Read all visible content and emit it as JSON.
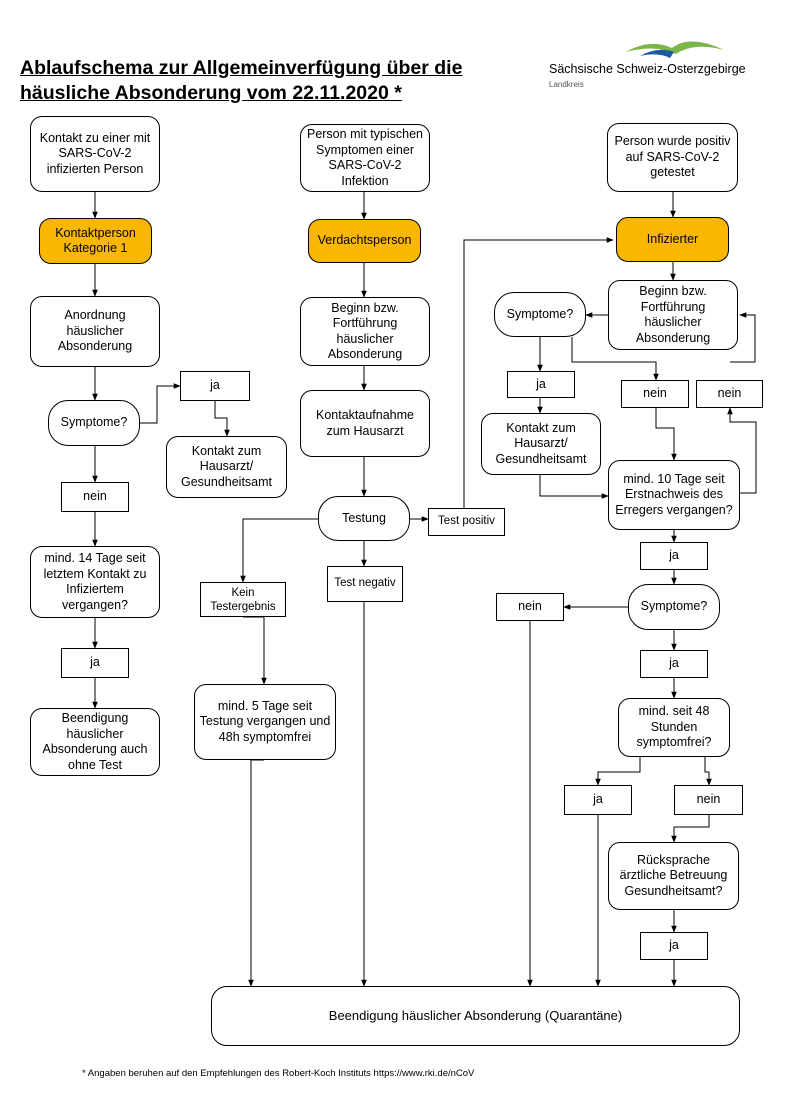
{
  "title": {
    "line1": "Ablaufschema zur Allgemeinverfügung über die",
    "line2": "häusliche Absonderung vom 22.11.2020 *"
  },
  "logo": {
    "name": "Sächsische Schweiz-Osterzgebirge",
    "sub": "Landkreis",
    "colors": {
      "green": "#7ab648",
      "blue": "#1e5aa0",
      "accent": "#f9b700"
    }
  },
  "nodes": {
    "l_start": "Kontakt zu einer mit SARS-CoV-2 infizierten Person",
    "l_cat": "Kontaktperson Kategorie 1",
    "l_anord": "Anordnung häuslicher Absonderung",
    "l_symp": "Symptome?",
    "l_ja1": "ja",
    "l_kontakt": "Kontakt zum Hausarzt/ Gesundheitsamt",
    "l_nein1": "nein",
    "l_14": "mind. 14 Tage seit letztem Kontakt zu Infiziertem vergangen?",
    "l_ja2": "ja",
    "l_end": "Beendigung häuslicher Absonderung auch ohne Test",
    "m_start": "Person mit typischen Symptomen einer SARS-CoV-2 Infektion",
    "m_verd": "Verdachtsperson",
    "m_beginn": "Beginn bzw. Fortführung häuslicher Absonderung",
    "m_kontakt": "Kontaktaufnahme zum  Hausarzt",
    "m_test": "Testung",
    "m_pos": "Test positiv",
    "m_neg": "Test negativ",
    "m_kein": "Kein Testergebnis",
    "m_5": "mind. 5 Tage seit Testung vergangen und 48h symptomfrei",
    "r_start": "Person wurde positiv auf SARS-CoV-2 getestet",
    "r_inf": "Infizierter",
    "r_beginn": "Beginn bzw. Fortführung häuslicher Absonderung",
    "r_symp": "Symptome?",
    "r_ja1": "ja",
    "r_nein1": "nein",
    "r_nein2": "nein",
    "r_kontakt": "Kontakt zum Hausarzt/ Gesundheitsamt",
    "r_10": "mind. 10 Tage seit Erstnachweis des Erregers vergangen?",
    "r_ja2": "ja",
    "r_symp2": "Symptome?",
    "r_nein3": "nein",
    "r_ja3": "ja",
    "r_48": "mind. seit 48 Stunden symptomfrei?",
    "r_ja4": "ja",
    "r_nein4": "nein",
    "r_rueck": "Rücksprache ärztliche Betreuung Gesundheitsamt?",
    "r_ja5": "ja",
    "final": "Beendigung häuslicher Absonderung (Quarantäne)"
  },
  "footnote": "* Angaben beruhen auf den Empfehlungen des Robert-Koch Instituts https://www.rki.de/nCoV"
}
